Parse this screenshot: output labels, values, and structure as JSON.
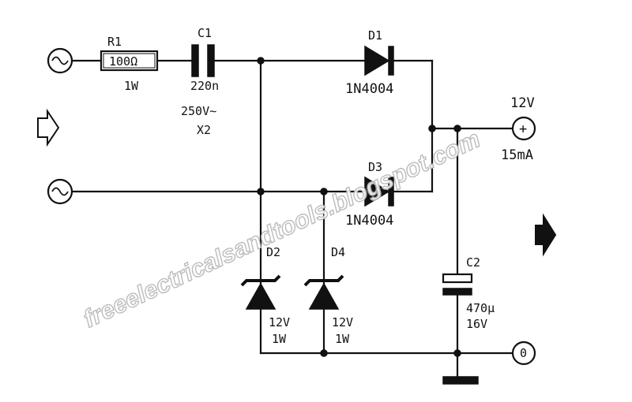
{
  "components": {
    "r1": {
      "ref": "R1",
      "value": "100Ω",
      "rating": "1W"
    },
    "c1": {
      "ref": "C1",
      "value": "220n",
      "rating": "250V∼",
      "class": "X2"
    },
    "d1": {
      "ref": "D1",
      "part": "1N4004"
    },
    "d3": {
      "ref": "D3",
      "part": "1N4004"
    },
    "d2": {
      "ref": "D2",
      "voltage": "12V",
      "power": "1W"
    },
    "d4": {
      "ref": "D4",
      "voltage": "12V",
      "power": "1W"
    },
    "c2": {
      "ref": "C2",
      "value": "470µ",
      "rating": "16V"
    }
  },
  "output": {
    "voltage": "12V",
    "current": "15mA",
    "positive_symbol": "+",
    "ground_symbol": "0"
  },
  "watermark": "freeelectricalsandtools.blogspot.com",
  "icons": {
    "ac_source": "ac-sine-icon",
    "input_arrow": "hollow-arrow-icon",
    "output_arrow": "solid-arrow-icon"
  },
  "colors": {
    "ink": "#111111",
    "watermark": "#b5b5b5"
  }
}
